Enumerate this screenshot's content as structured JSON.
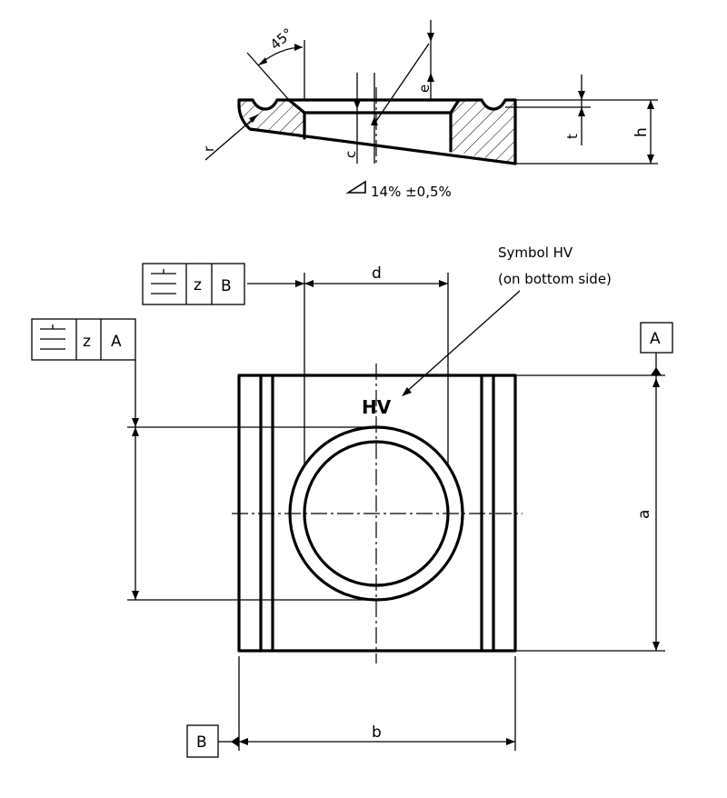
{
  "section_view": {
    "angle_label": "45°",
    "dims": {
      "r": "r",
      "c": "c",
      "e": "e",
      "t": "t",
      "h": "h"
    },
    "taper_label": "14% ±0,5%"
  },
  "plan_view": {
    "dims": {
      "d": "d",
      "a": "a",
      "b": "b"
    },
    "symbol_note": {
      "line1": "Symbol HV",
      "line2": "(on bottom side)"
    },
    "marking": "HV",
    "frame_b": {
      "tolerance": "z",
      "datum": "B"
    },
    "frame_a": {
      "tolerance": "z",
      "datum": "A"
    },
    "datum_a": "A",
    "datum_b": "B"
  }
}
